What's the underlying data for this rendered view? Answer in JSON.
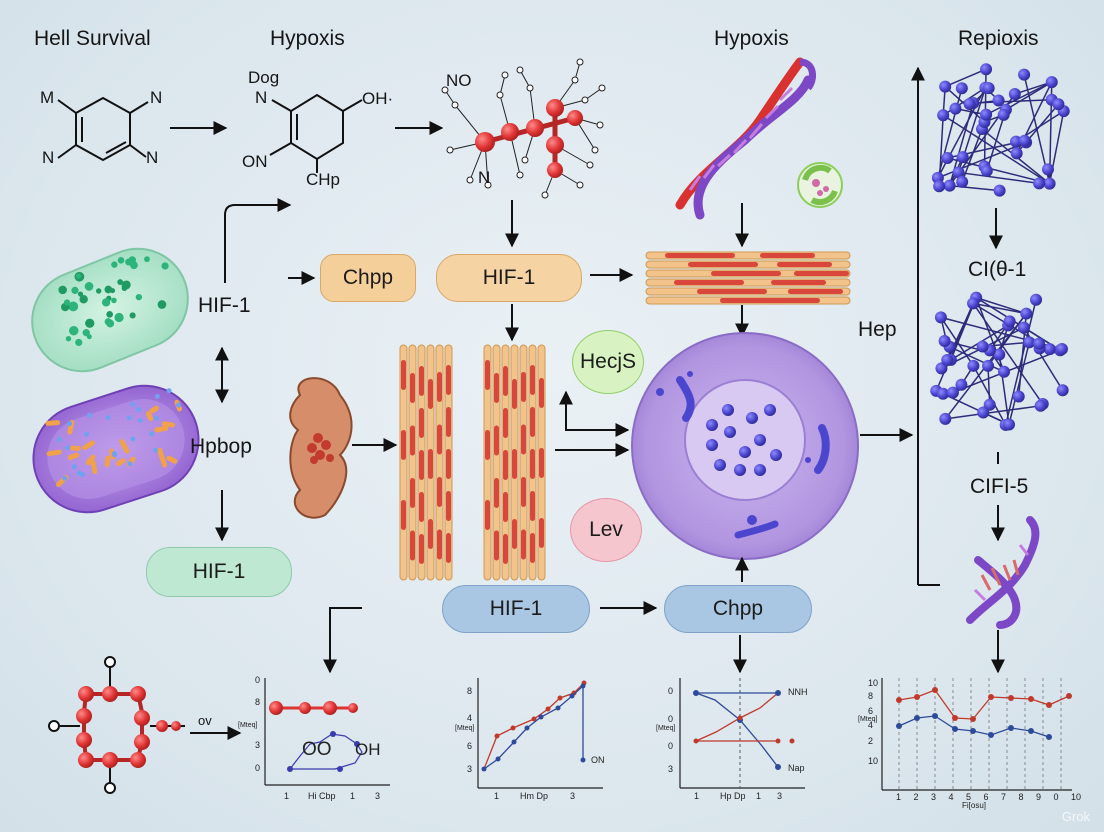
{
  "headers": {
    "h1": "Hell Survival",
    "h2": "Hypoxis",
    "h3": "Hypoxis",
    "h4": "Repioxis"
  },
  "molecule1": {
    "m": "M",
    "n1": "N",
    "n2": "N",
    "n3": "N"
  },
  "molecule2": {
    "top": "Dog",
    "n": "N",
    "oh": "OH·",
    "on": "ON",
    "chp": "CHp"
  },
  "molecule3": {
    "no": "NO",
    "n": "N"
  },
  "labels": {
    "hif_left": "HIF-1",
    "hpbop": "Hpbop",
    "hep": "Hep",
    "ci1": "CI(θ-1",
    "cifi5": "CIFI-5",
    "ov": "ov"
  },
  "pills": {
    "chpp_top": "Chpp",
    "hif_top": "HIF-1",
    "hif_left_bottom": "HIF-1",
    "hif_bottom": "HIF-1",
    "chpp_bottom": "Chpp",
    "hecs": "HecjS",
    "lev": "Lev"
  },
  "charts": {
    "c1": {
      "yticks": [
        "0",
        "8",
        "3",
        "0"
      ],
      "ylabel": "[Mteq]",
      "xticks": [
        "1",
        "Hi Cbp",
        "1",
        "3"
      ],
      "labels": [
        "OO",
        "OH"
      ]
    },
    "c2": {
      "yticks": [
        "8",
        "4",
        "6",
        "3"
      ],
      "ylabel": "[Mteq]",
      "xticks": [
        "1",
        "Hm Dp",
        "3"
      ],
      "legend": "ON"
    },
    "c3": {
      "yticks": [
        "0",
        "0",
        "0",
        "3"
      ],
      "ylabel": "[Mteq]",
      "xticks": [
        "1",
        "Hp Dp",
        "1",
        "3"
      ],
      "legend_top": "NNH",
      "legend_bottom": "Nap"
    },
    "c4": {
      "yticks": [
        "10",
        "8",
        "6",
        "4",
        "2",
        "10"
      ],
      "ylabel": "[Mteq]",
      "xticks": [
        "1",
        "2",
        "3",
        "4",
        "5",
        "6",
        "7",
        "8",
        "9",
        "0",
        "10"
      ],
      "xlabel": "Fi[osu]"
    }
  },
  "watermark": "Grok",
  "colors": {
    "node_red": "#e23a3a",
    "node_blue": "#4a46c9",
    "pill_orange": "#f5cf9a",
    "pill_blue": "#a9c6e2",
    "pill_green": "#bfe8d2",
    "cell_purple": "#b59ae0"
  }
}
